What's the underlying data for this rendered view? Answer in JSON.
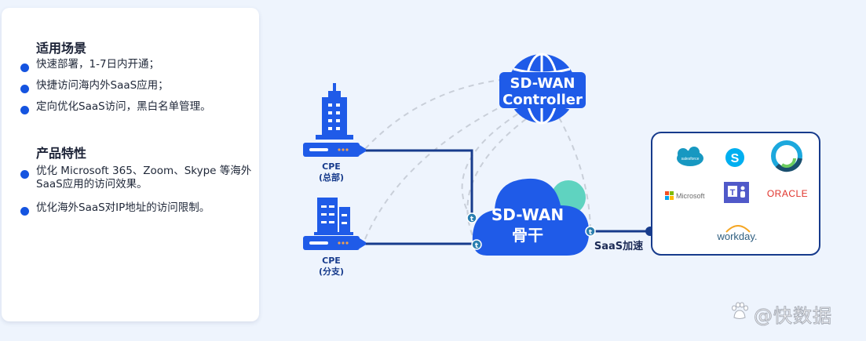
{
  "panel": {
    "section1": {
      "title": "适用场景",
      "items": [
        "快速部署，1-7日内开通；",
        "快捷访问海内外SaaS应用；",
        "定向优化SaaS访问，黑白名单管理。"
      ]
    },
    "section2": {
      "title": "产品特性",
      "items": [
        "优化 Microsoft 365、Zoom、Skype 等海外SaaS应用的访问效果。",
        "优化海外SaaS对IP地址的访问限制。"
      ]
    }
  },
  "diagram": {
    "controller": {
      "line1": "SD-WAN",
      "line2": "Controller"
    },
    "backbone": {
      "line1": "SD-WAN",
      "line2": "骨干"
    },
    "cpe_hq": {
      "name": "CPE",
      "sub": "(总部)"
    },
    "cpe_branch": {
      "name": "CPE",
      "sub": "(分支)"
    },
    "saas_link_label": "SaaS加速",
    "node_glyph": "t",
    "saas_apps": {
      "salesforce": "salesforce",
      "skype": "S",
      "microsoft": "Microsoft",
      "teams": "T",
      "oracle": "ORACLE",
      "workday": "workday."
    }
  },
  "colors": {
    "primary": "#1f5be8",
    "dark_line": "#173b8c",
    "teal": "#5fd3c0",
    "bullet": "#1554e0",
    "background": "#eef4fd"
  },
  "watermark": "@快数据"
}
